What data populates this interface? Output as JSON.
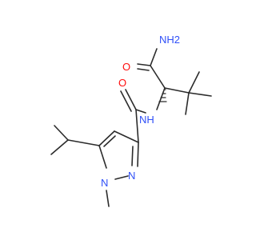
{
  "molecule": {
    "atom_labels": {
      "nh2": "NH2",
      "carbonyl_o_amide": "O",
      "carbonyl_o_pyrazole": "O",
      "amide_nh": "NH",
      "ring_n2": "N",
      "ring_n1": "N"
    },
    "colors": {
      "bond": "#2b2b2b",
      "nitrogen": "#3050f8",
      "oxygen": "#ff0d0d"
    }
  }
}
